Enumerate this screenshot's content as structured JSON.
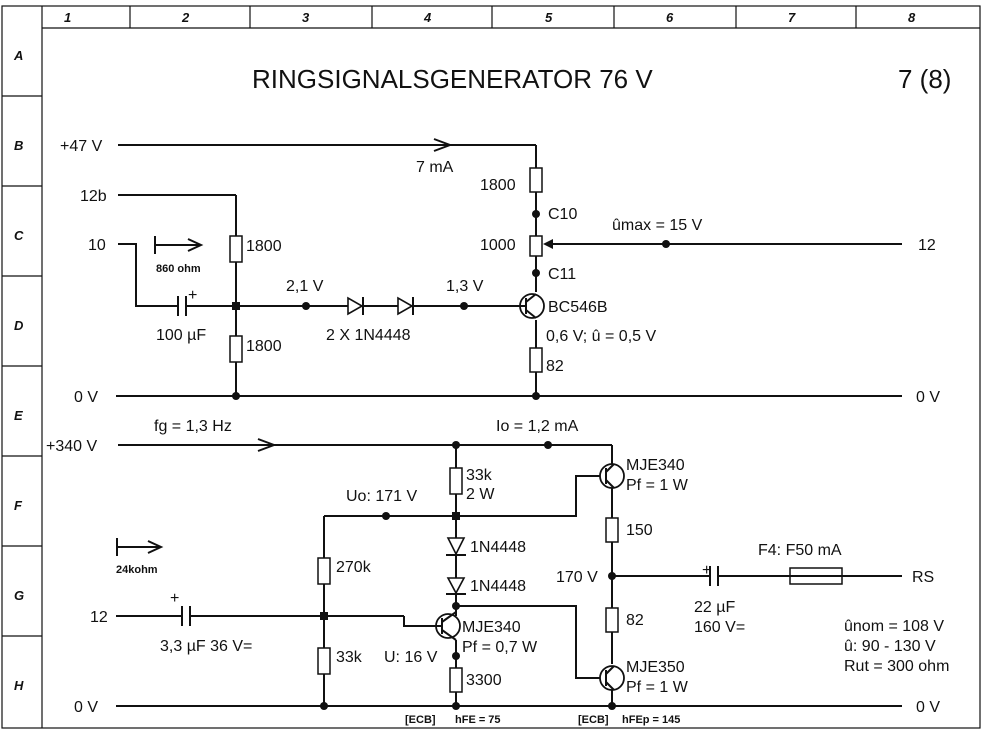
{
  "title": "RINGSIGNALSGENERATOR  76 V",
  "sheet": "7  (8)",
  "grid": {
    "cols": [
      "1",
      "2",
      "3",
      "4",
      "5",
      "6",
      "7",
      "8"
    ],
    "rows": [
      "A",
      "B",
      "C",
      "D",
      "E",
      "F",
      "G",
      "H"
    ]
  },
  "labels": {
    "v47": "+47 V",
    "i7ma": "7 mA",
    "in12b": "12b",
    "in10": "10",
    "ohm860": "860 ohm",
    "r1800a": "1800",
    "r1800b": "1800",
    "r1800c": "1800",
    "c100u": "100 µF",
    "v21": "2,1 V",
    "diodes": "2 X 1N4448",
    "v13": "1,3 V",
    "c10": "C10",
    "p1000": "1000",
    "c11": "C11",
    "umax": "ûmax = 15 V",
    "out12": "12",
    "bc546": "BC546B",
    "ve": "0,6 V;  û = 0,5 V",
    "r82a": "82",
    "v0a": "0 V",
    "v0a_r": "0 V",
    "fg": "fg = 1,3 Hz",
    "io": "Io = 1,2 mA",
    "v340": "+340 V",
    "r33k2w": "33k",
    "w2": "2 W",
    "uo": "Uo: 171 V",
    "mje340a": "MJE340",
    "pf1a": "Pf = 1 W",
    "r150": "150",
    "d1": "1N4448",
    "d2": "1N4448",
    "v170": "170 V",
    "f4": "F4:  F50 mA",
    "rs": "RS",
    "ohm24k": "24kohm",
    "r270k": "270k",
    "in12": "12",
    "c33": "3,3 µF  36 V=",
    "mje340b": "MJE340",
    "pf07": "Pf = 0,7 W",
    "c22": "22 µF",
    "v160": "160 V=",
    "r82b": "82",
    "unom": "ûnom = 108 V",
    "urange": "û:  90 - 130 V",
    "rut": "Rut = 300 ohm",
    "r33kb": "33k",
    "u16": "U: 16 V",
    "r3300": "3300",
    "mje350": "MJE350",
    "pf1b": "Pf = 1 W",
    "v0b": "0 V",
    "v0b_r": "0 V",
    "ecb1": "[ECB]",
    "hfe": "hFE = 75",
    "ecb2": "[ECB]",
    "hfep": "hFEp = 145",
    "plus1": "+",
    "plus2": "+",
    "plus3": "+"
  }
}
